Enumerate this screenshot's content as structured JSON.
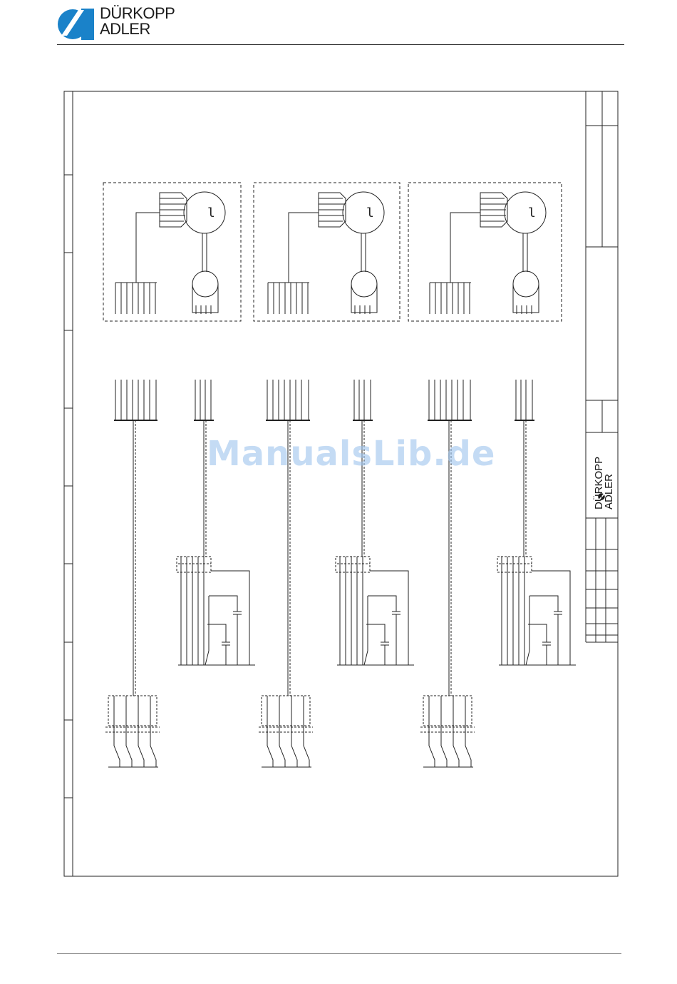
{
  "brand": {
    "line1": "DÜRKOPP",
    "line2": "ADLER",
    "color": "#1a82c9"
  },
  "watermark": "ManualsLib.de",
  "title_block_brand": {
    "line1": "DÜRKOPP",
    "line2": "ADLER"
  },
  "diagram": {
    "motor_units": 3,
    "connector_groups": 6,
    "mark": "l"
  }
}
